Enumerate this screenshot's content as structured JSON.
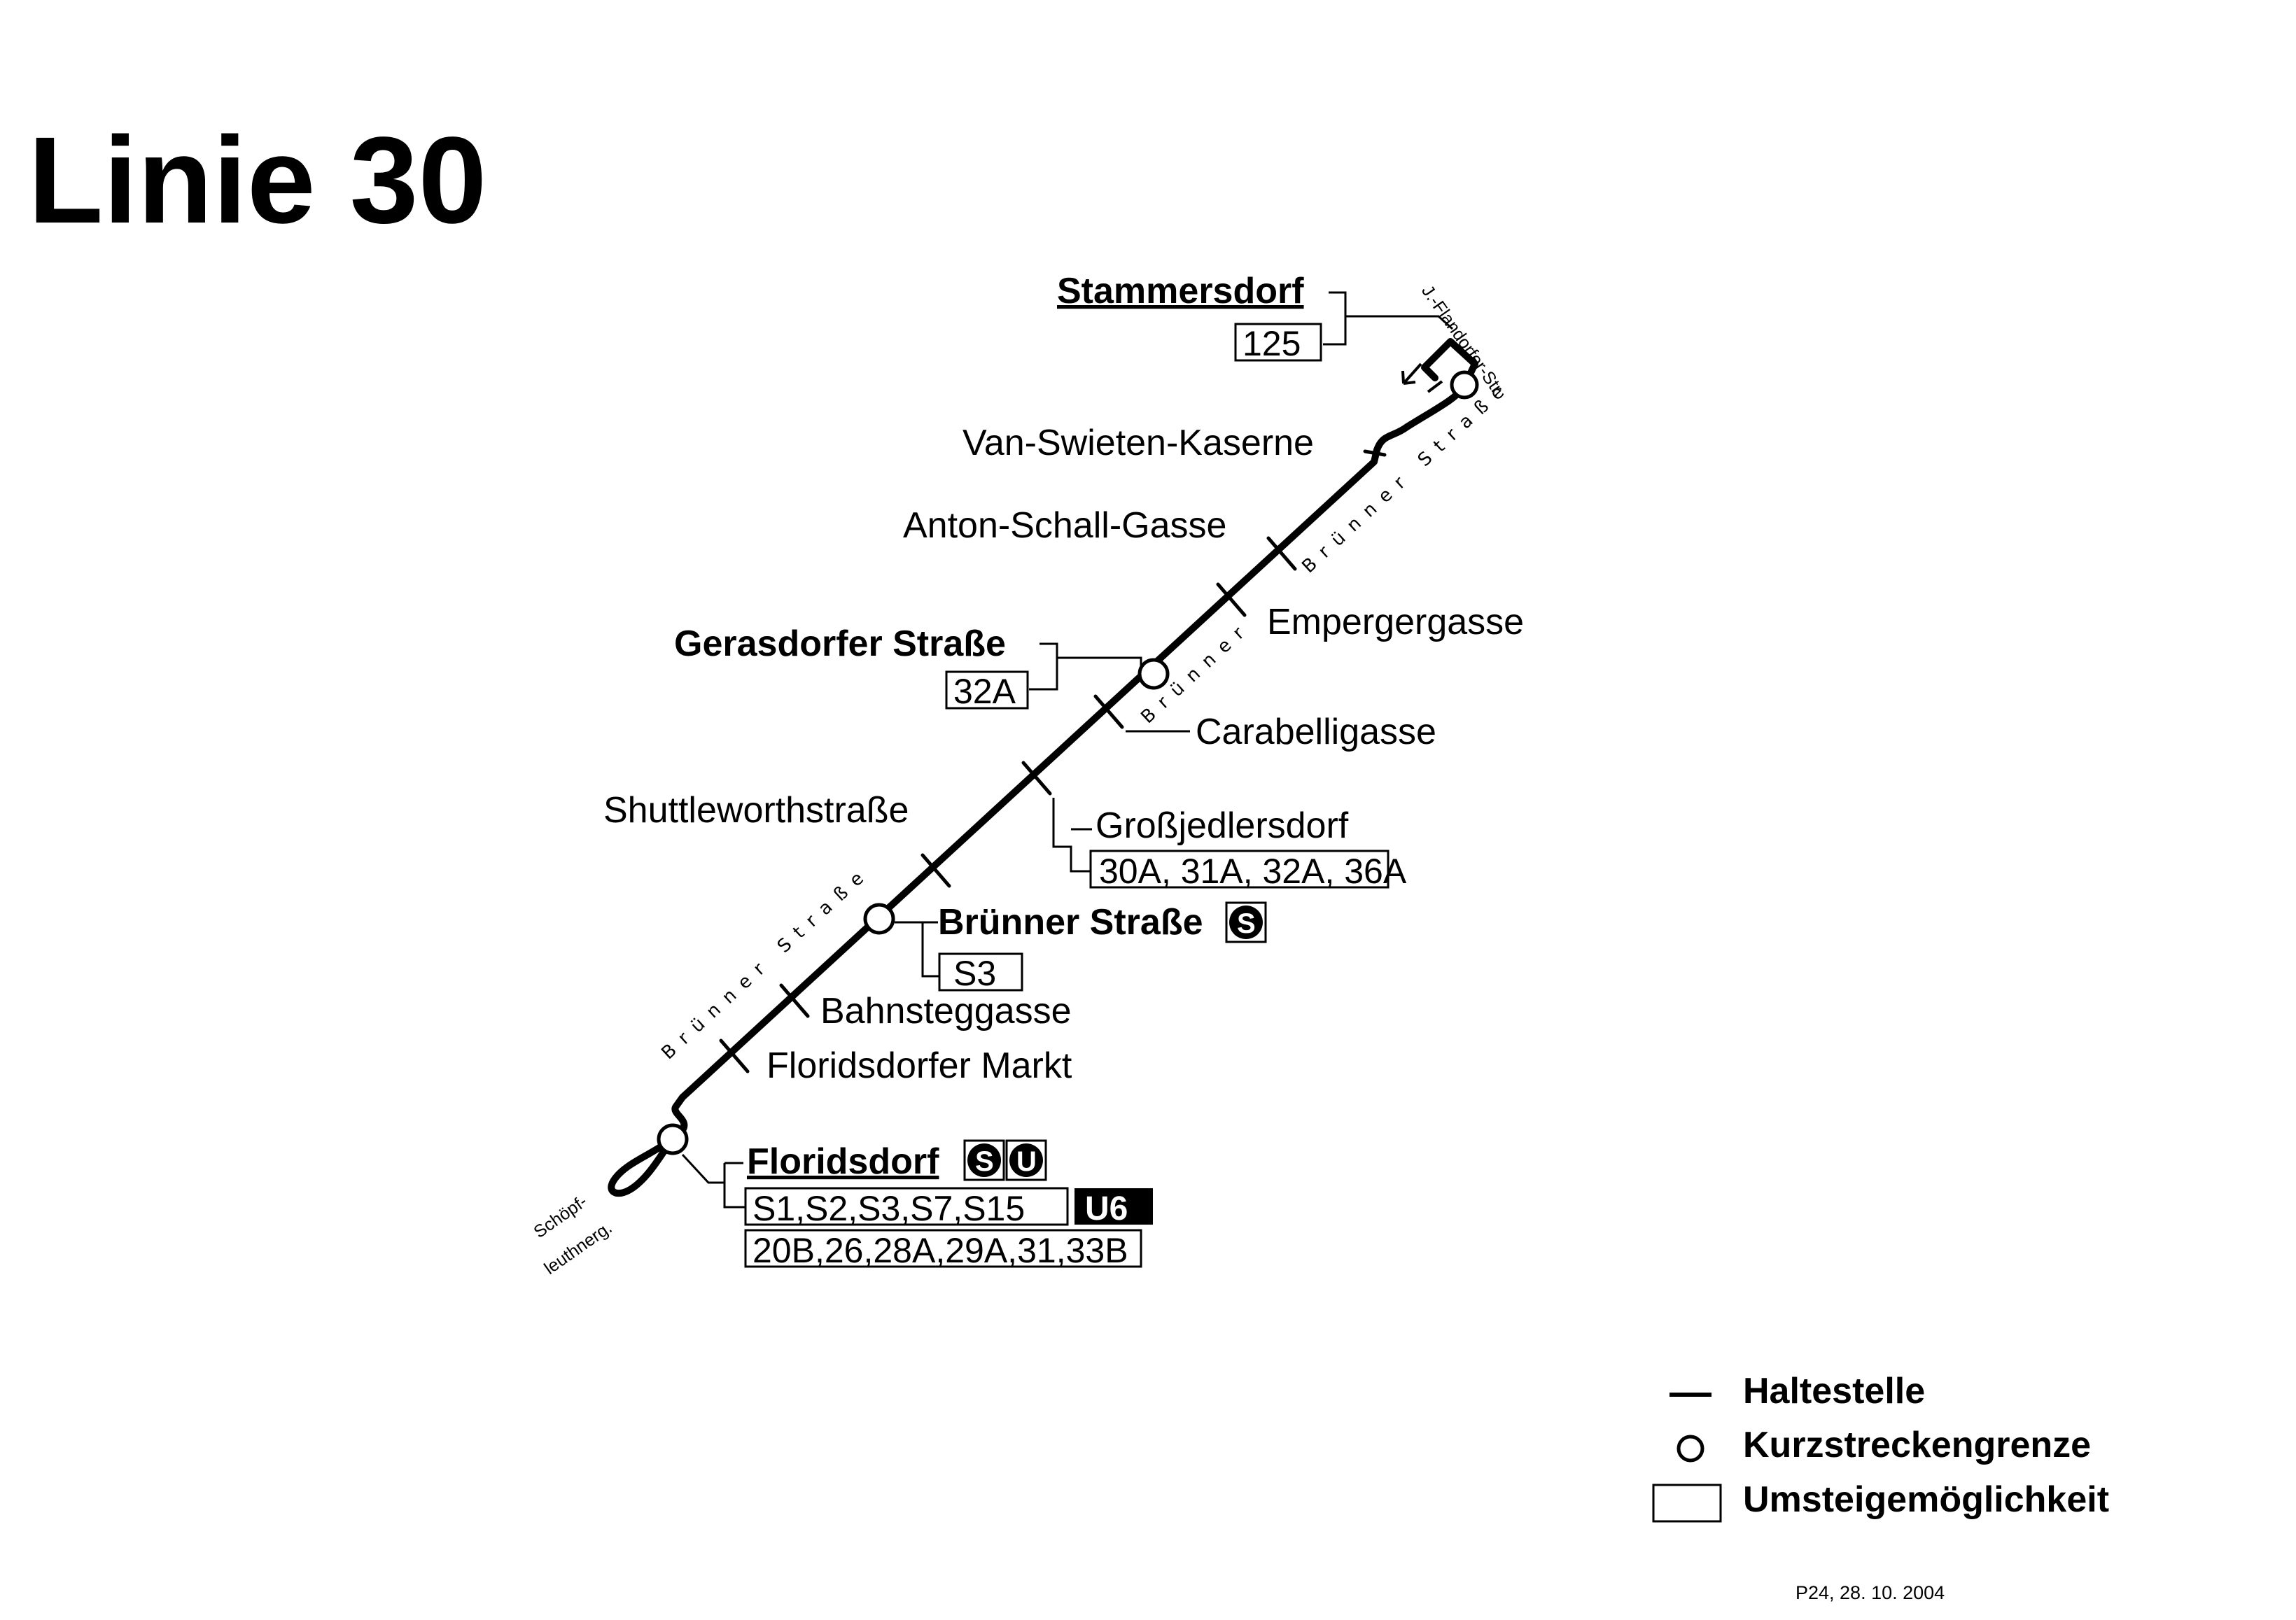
{
  "title": "Linie 30",
  "footer": "P24, 28. 10. 2004",
  "streets": {
    "brunner_upper": "Brünner Straße",
    "brunner_lower": "Brünner Straße",
    "brunner_mid": "Brünner",
    "flandorfer": "J.-Flandorfer-Str.",
    "schoepf_1": "Schöpf-",
    "schoepf_2": "leuthnerg."
  },
  "stops": {
    "stammersdorf": {
      "name": "Stammersdorf",
      "lines": "125"
    },
    "van_swieten": {
      "name": "Van-Swieten-Kaserne"
    },
    "anton_schall": {
      "name": "Anton-Schall-Gasse"
    },
    "empergergasse": {
      "name": "Empergergasse"
    },
    "gerasdorfer": {
      "name": "Gerasdorfer Straße",
      "lines": "32A"
    },
    "carabelligasse": {
      "name": "Carabelligasse"
    },
    "grossjedlersdorf": {
      "name": "Großjedlersdorf",
      "lines": "30A, 31A, 32A, 36A"
    },
    "shuttleworth": {
      "name": "Shuttleworthstraße"
    },
    "brunner_strasse": {
      "name": "Brünner Straße",
      "lines": "S3",
      "symbol": "S"
    },
    "bahnsteggasse": {
      "name": "Bahnsteggasse"
    },
    "floridsdorfer_markt": {
      "name": "Floridsdorfer Markt"
    },
    "floridsdorf": {
      "name": "Floridsdorf",
      "symbol_s": "S",
      "symbol_u": "U",
      "lines_rail": "S1,S2,S3,S7,S15",
      "lines_metro": "U6",
      "lines_tram": "20B,26,28A,29A,31,33B"
    }
  },
  "legend": {
    "haltestelle": "Haltestelle",
    "kurzstrecke": "Kurzstreckengrenze",
    "umsteige": "Umsteigemöglichkeit"
  },
  "colors": {
    "ink": "#000000",
    "paper": "#ffffff"
  }
}
